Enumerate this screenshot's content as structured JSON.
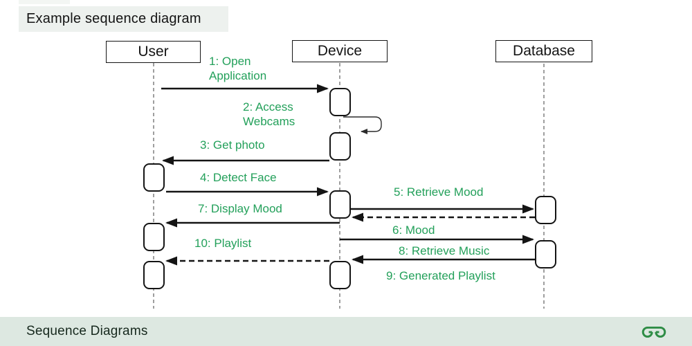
{
  "header": {
    "title": "Example sequence diagram"
  },
  "footer": {
    "title": "Sequence Diagrams",
    "logo": "geeksforgeeks-logo"
  },
  "colors": {
    "message_label_green": "#23a05a",
    "logo_green": "#2f8d46",
    "title_background": "#edf1ee",
    "footer_background": "#dde8e1",
    "line_black": "#141414",
    "lifeline_gray": "#6b6b6b"
  },
  "diagram": {
    "type": "sequence-diagram",
    "actors": [
      {
        "name": "User"
      },
      {
        "name": "Device"
      },
      {
        "name": "Database"
      }
    ],
    "messages": [
      {
        "seq": 1,
        "label": "1: Open Application",
        "from": "User",
        "to": "Device",
        "line": "solid"
      },
      {
        "seq": 2,
        "label": "2: Access Webcams",
        "from": "Device",
        "to": "Device",
        "line": "self-loop"
      },
      {
        "seq": 3,
        "label": "3: Get photo",
        "from": "Device",
        "to": "User",
        "line": "solid"
      },
      {
        "seq": 4,
        "label": "4: Detect Face",
        "from": "User",
        "to": "Device",
        "line": "solid"
      },
      {
        "seq": 5,
        "label": "5: Retrieve Mood",
        "from": "Device",
        "to": "Database",
        "line": "solid"
      },
      {
        "seq": 6,
        "label": "6: Mood",
        "from": "Database",
        "to": "Device",
        "line": "dashed"
      },
      {
        "seq": 7,
        "label": "7: Display Mood",
        "from": "Device",
        "to": "User",
        "line": "solid"
      },
      {
        "seq": 8,
        "label": "8: Retrieve Music",
        "from": "Device",
        "to": "Database",
        "line": "solid"
      },
      {
        "seq": 9,
        "label": "9: Generated Playlist",
        "from": "Database",
        "to": "Device",
        "line": "solid"
      },
      {
        "seq": 10,
        "label": "10: Playlist",
        "from": "Device",
        "to": "User",
        "line": "dashed"
      }
    ]
  }
}
